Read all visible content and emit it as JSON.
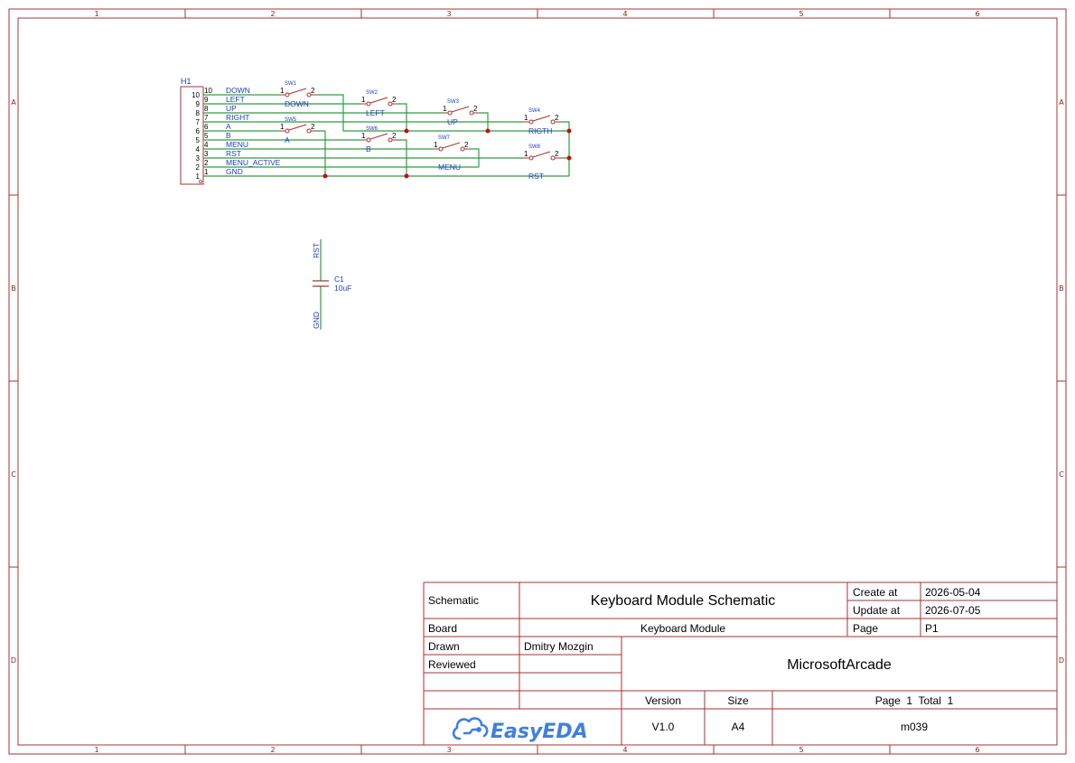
{
  "colors": {
    "frame": "#a83232",
    "wire": "#2e9e3e",
    "junction": "#c01010",
    "component": "#a83232",
    "net_label": "#1f3dbd",
    "text": "#000000",
    "easyeda_brand": "#3f7fe0"
  },
  "frame": {
    "columns": [
      "1",
      "2",
      "3",
      "4",
      "5",
      "6"
    ],
    "rows": [
      "A",
      "B",
      "C",
      "D"
    ]
  },
  "connector": {
    "designator": "H1",
    "pins": [
      "10",
      "9",
      "8",
      "7",
      "6",
      "5",
      "4",
      "3",
      "2",
      "1"
    ],
    "pin_nets": [
      "DOWN",
      "LEFT",
      "UP",
      "RIGHT",
      "A",
      "B",
      "MENU",
      "RST",
      "MENU_ACTIVE",
      "GND"
    ]
  },
  "switches": [
    {
      "ref": "SW1",
      "net": "DOWN",
      "pin1": "1",
      "pin2": "2"
    },
    {
      "ref": "SW2",
      "net": "LEFT",
      "pin1": "1",
      "pin2": "2"
    },
    {
      "ref": "SW3",
      "net": "UP",
      "pin1": "1",
      "pin2": "2"
    },
    {
      "ref": "SW4",
      "net": "RIGTH",
      "pin1": "1",
      "pin2": "2"
    },
    {
      "ref": "SW5",
      "net": "A",
      "pin1": "1",
      "pin2": "2"
    },
    {
      "ref": "SW6",
      "net": "B",
      "pin1": "1",
      "pin2": "2"
    },
    {
      "ref": "SW7",
      "net": "MENU",
      "pin1": "1",
      "pin2": "2"
    },
    {
      "ref": "SW8",
      "net": "RST",
      "pin1": "1",
      "pin2": "2"
    }
  ],
  "capacitor": {
    "ref": "C1",
    "value": "10uF",
    "net_top": "RST",
    "net_bottom": "GND"
  },
  "title_block": {
    "schematic_label": "Schematic",
    "schematic_title": "Keyboard Module Schematic",
    "create_label": "Create at",
    "create_date": "2026-05-04",
    "update_label": "Update at",
    "update_date": "2026-07-05",
    "board_label": "Board",
    "board_name": "Keyboard Module",
    "page_label": "Page",
    "page_value": "P1",
    "drawn_label": "Drawn",
    "drawn_by": "Dmitry Mozgin",
    "reviewed_label": "Reviewed",
    "reviewed_by": "",
    "project_name": "MicrosoftArcade",
    "version_label": "Version",
    "version_value": "V1.0",
    "size_label": "Size",
    "size_value": "A4",
    "page_total": "Page  1  Total  1",
    "doc_id": "m039",
    "logo_text": "EasyEDA"
  }
}
